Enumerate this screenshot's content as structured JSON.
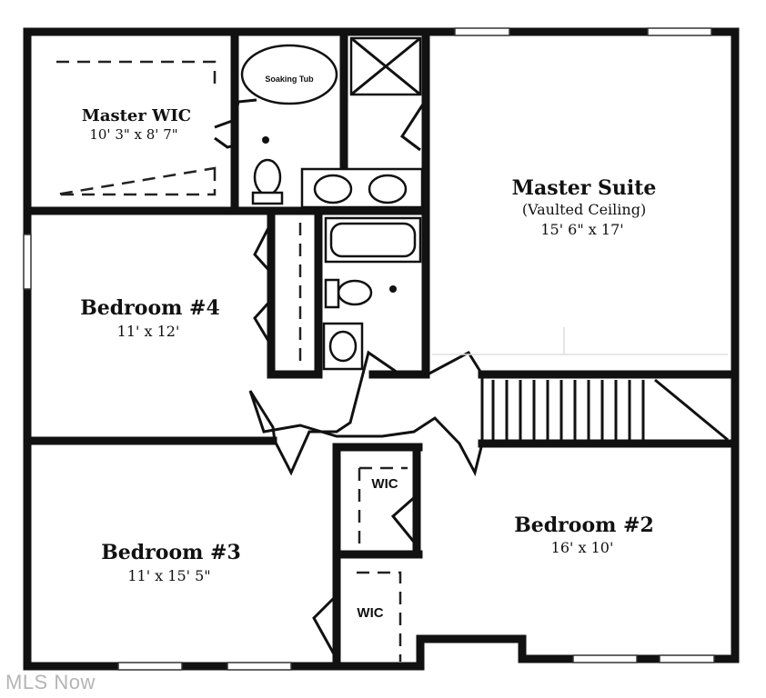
{
  "rooms": {
    "master_wic": {
      "name": "Master WIC",
      "dims": "10' 3\" x 8' 7\""
    },
    "master_suite": {
      "name": "Master Suite",
      "note": "(Vaulted Ceiling)",
      "dims": "15' 6\" x 17'"
    },
    "bedroom4": {
      "name": "Bedroom #4",
      "dims": "11' x 12'"
    },
    "bedroom3": {
      "name": "Bedroom #3",
      "dims": "11' x 15' 5\""
    },
    "bedroom2": {
      "name": "Bedroom #2",
      "dims": "16' x 10'"
    }
  },
  "fixtures": {
    "soaking_tub": "Soaking Tub",
    "wic_upper": "WIC",
    "wic_lower": "WIC"
  },
  "watermark": "MLS Now"
}
